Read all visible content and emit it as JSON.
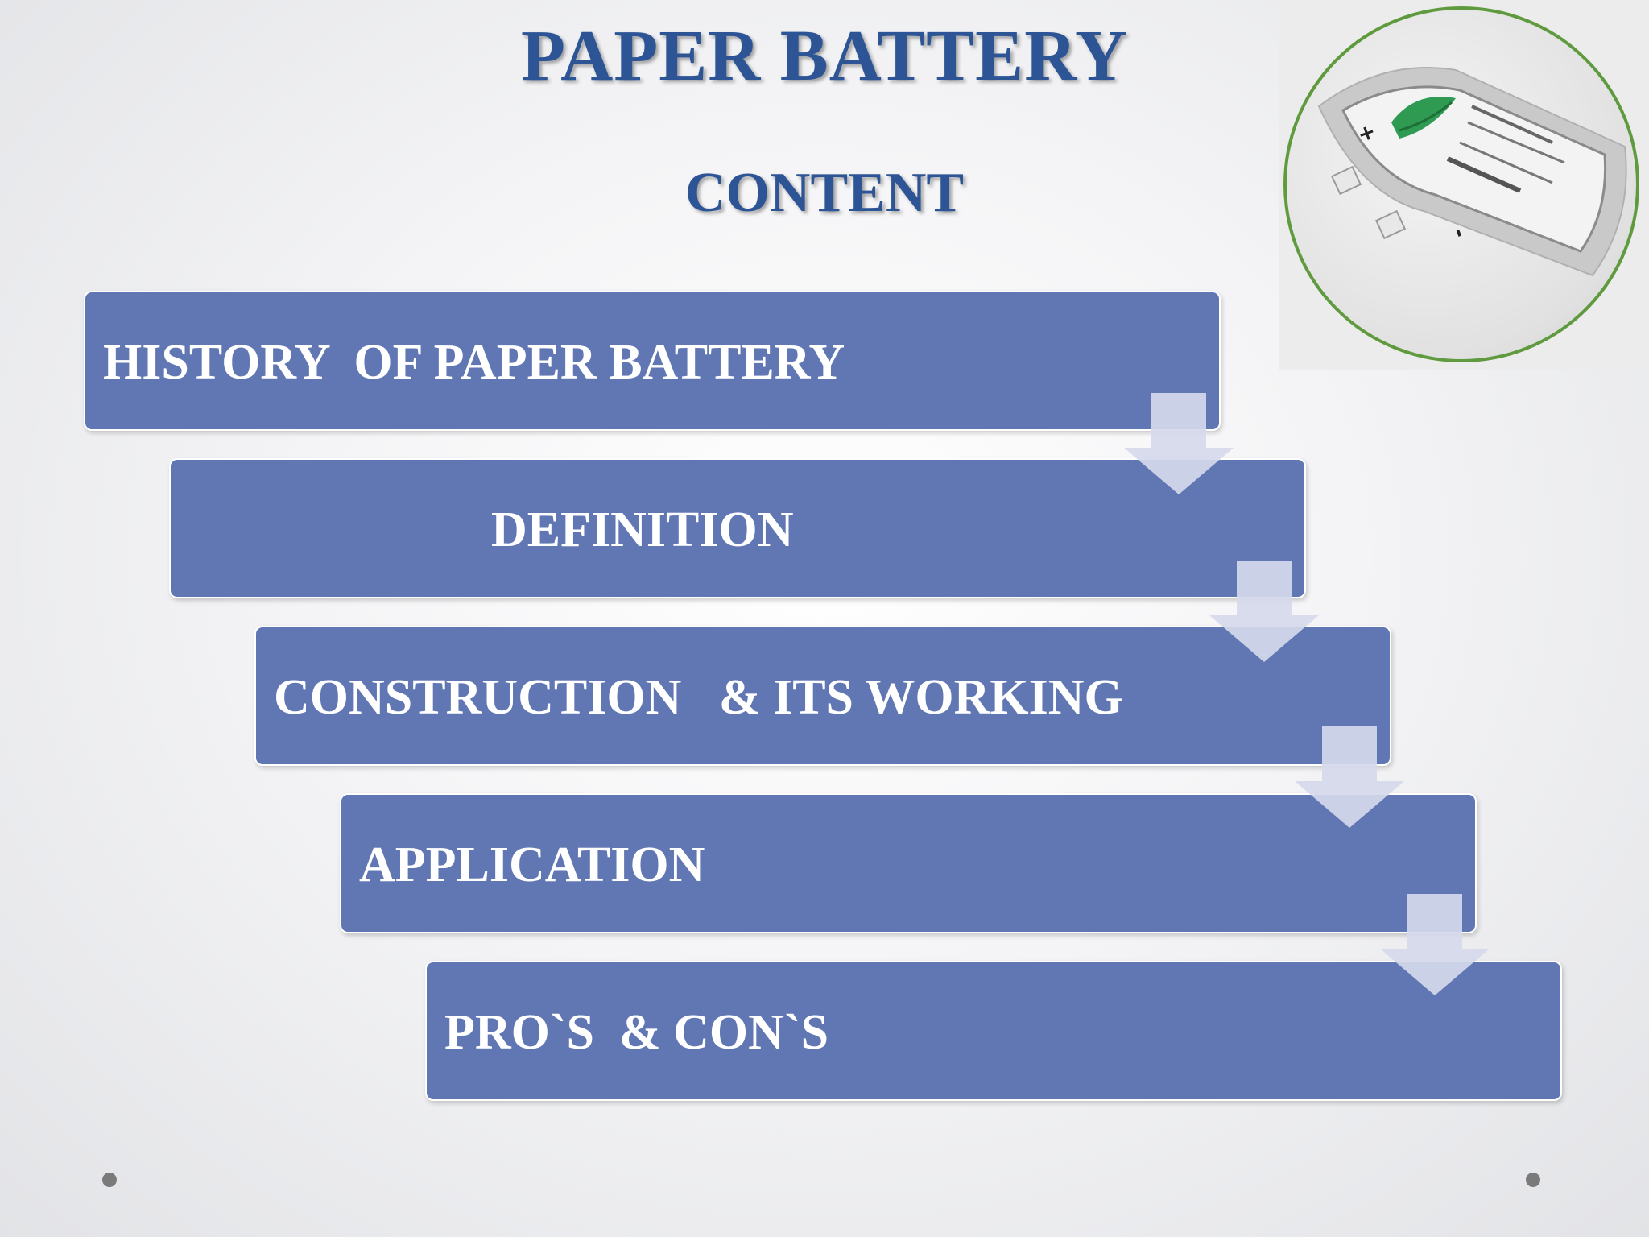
{
  "slide": {
    "title": "PAPER BATTERY",
    "subtitle": "CONTENT"
  },
  "photo": {
    "icon": "paper-battery-photo",
    "frame_color": "#5f9a3e"
  },
  "steps": [
    {
      "label": "HISTORY  OF PAPER BATTERY"
    },
    {
      "label": "DEFINITION"
    },
    {
      "label": "CONSTRUCTION   & ITS WORKING"
    },
    {
      "label": "APPLICATION"
    },
    {
      "label": "PRO`S  & CON`S"
    }
  ],
  "colors": {
    "title": "#2d5596",
    "box": "#6177b3",
    "arrow": "#d5d9ea",
    "bullet": "#7a7a7a"
  }
}
